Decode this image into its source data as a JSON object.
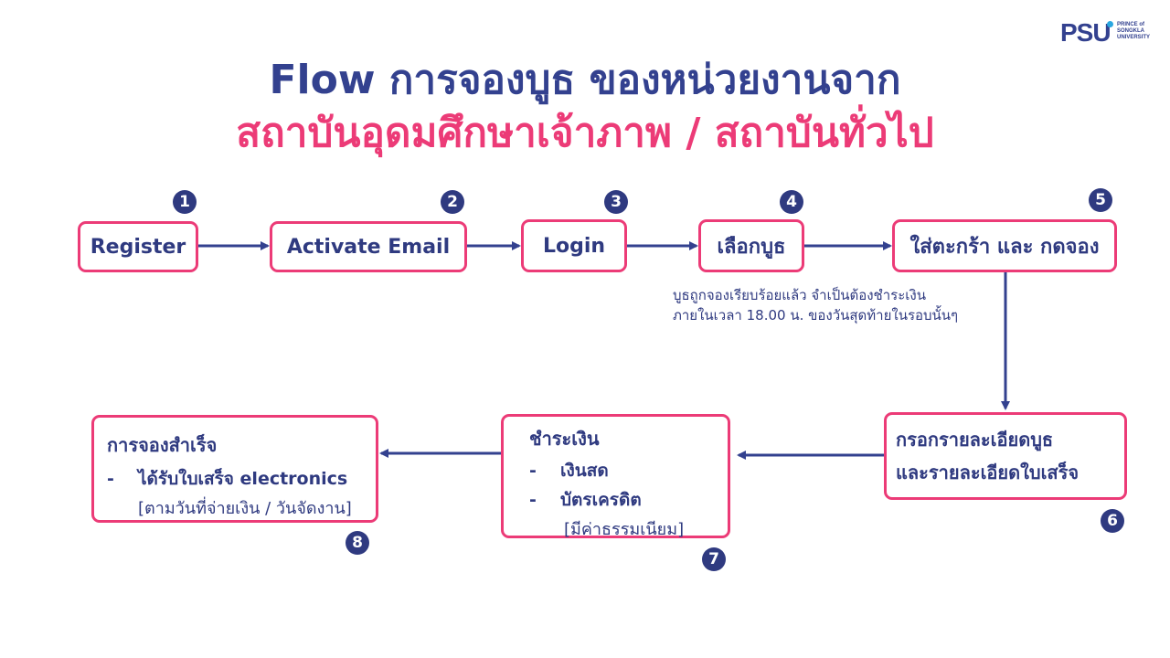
{
  "title": {
    "line1": "Flow การจองบูธ ของหน่วยงานจาก",
    "line2": "สถาบันอุดมศึกษาเจ้าภาพ / สถาบันทั่วไป"
  },
  "logo": {
    "main": "PSU",
    "sub1": "PRINCE of",
    "sub2": "SONGKLA",
    "sub3": "UNIVERSITY"
  },
  "steps": {
    "s1": {
      "num": "1",
      "label": "Register"
    },
    "s2": {
      "num": "2",
      "label": "Activate Email"
    },
    "s3": {
      "num": "3",
      "label": "Login"
    },
    "s4": {
      "num": "4",
      "label": "เลือกบูธ"
    },
    "s5": {
      "num": "5",
      "label": "ใส่ตะกร้า และ กดจอง"
    },
    "s6": {
      "num": "6",
      "line1": "กรอกรายละเอียดบูธ",
      "line2": "และรายละเอียดใบเสร็จ"
    },
    "s7": {
      "num": "7",
      "heading": "ชำระเงิน",
      "item1": "เงินสด",
      "item2": "บัตรเครดิต",
      "item2_note": "[มีค่าธรรมเนียม]"
    },
    "s8": {
      "num": "8",
      "heading": "การจองสำเร็จ",
      "item1": "ได้รับใบเสร็จ electronics",
      "item1_note": "[ตามวันที่จ่ายเงิน / วันจัดงาน]"
    }
  },
  "note": {
    "line1": "บูธถูกจองเรียบร้อยแล้ว จำเป็นต้องชำระเงิน",
    "line2": "ภายในเวลา 18.00 น. ของวันสุดท้ายในรอบนั้นๆ"
  },
  "bullet": "-",
  "colors": {
    "navy": "#2f3a80",
    "pink": "#ec3b77",
    "sky": "#2aa7e0"
  }
}
